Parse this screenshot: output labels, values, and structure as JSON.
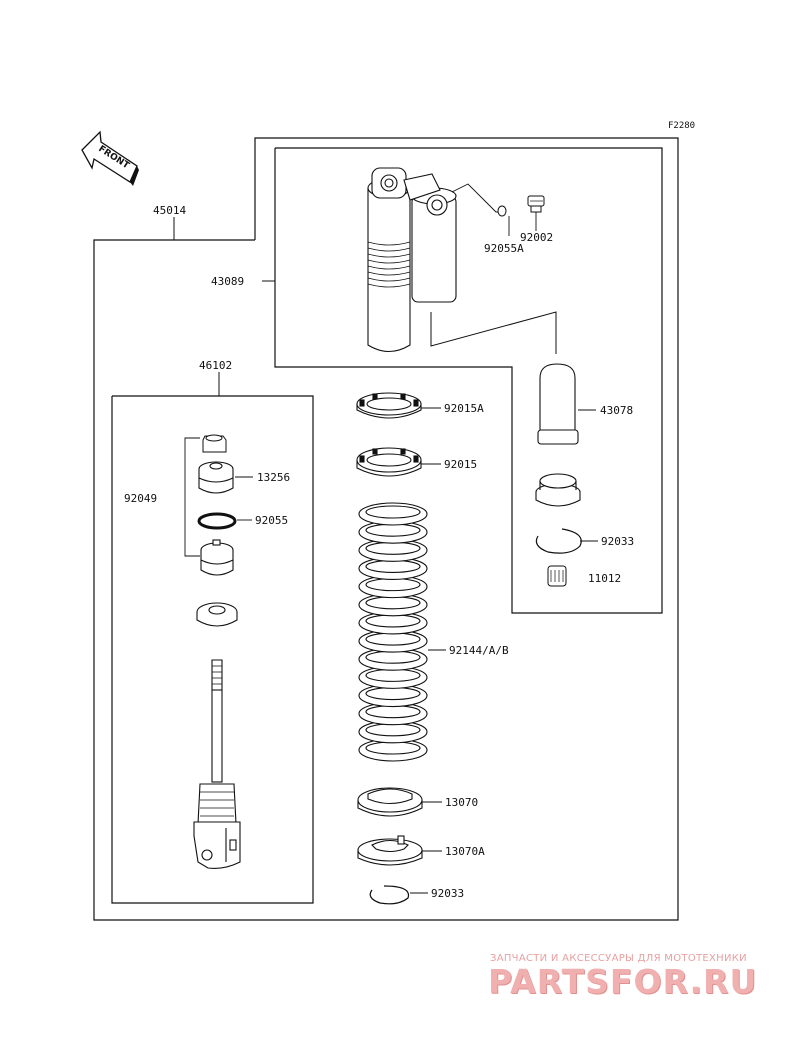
{
  "diagram_code": "F2280",
  "front_label": "FRONT",
  "parts": {
    "p45014": "45014",
    "p43089": "43089",
    "p92002": "92002",
    "p92055A": "92055A",
    "p46102": "46102",
    "p92049": "92049",
    "p13256": "13256",
    "p92055": "92055",
    "p92015A": "92015A",
    "p92015": "92015",
    "p43078": "43078",
    "p92033a": "92033",
    "p11012": "11012",
    "p92144": "92144/A/B",
    "p13070": "13070",
    "p13070A": "13070A",
    "p92033b": "92033"
  },
  "watermark": {
    "tagline": "ЗАПЧАСТИ И АКСЕССУАРЫ ДЛЯ МОТОТЕХНИКИ",
    "brand": "PARTSFOR.RU"
  }
}
